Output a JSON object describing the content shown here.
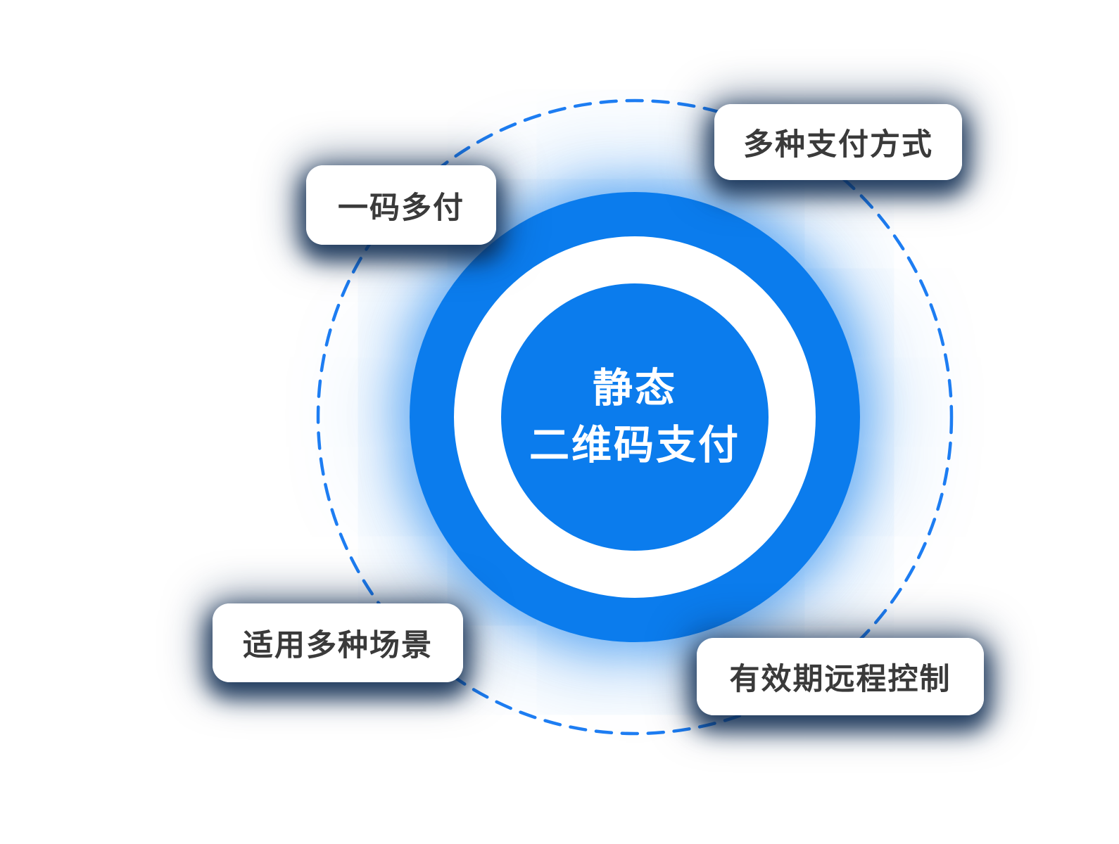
{
  "diagram": {
    "title_circle": {
      "line1": "静态",
      "line2": "二维码支付"
    },
    "labels": {
      "top_left": "一码多付",
      "top_right": "多种支付方式",
      "bottom_left": "适用多种场景",
      "bottom_right": "有效期远程控制"
    },
    "colors": {
      "primary_blue": "#0b7ced",
      "dash_blue": "#1d7df2",
      "glow_blue": "#0b7ced",
      "shadow_navy": "#0d2a50",
      "label_text": "#3a3a3a",
      "background": "#ffffff"
    }
  }
}
